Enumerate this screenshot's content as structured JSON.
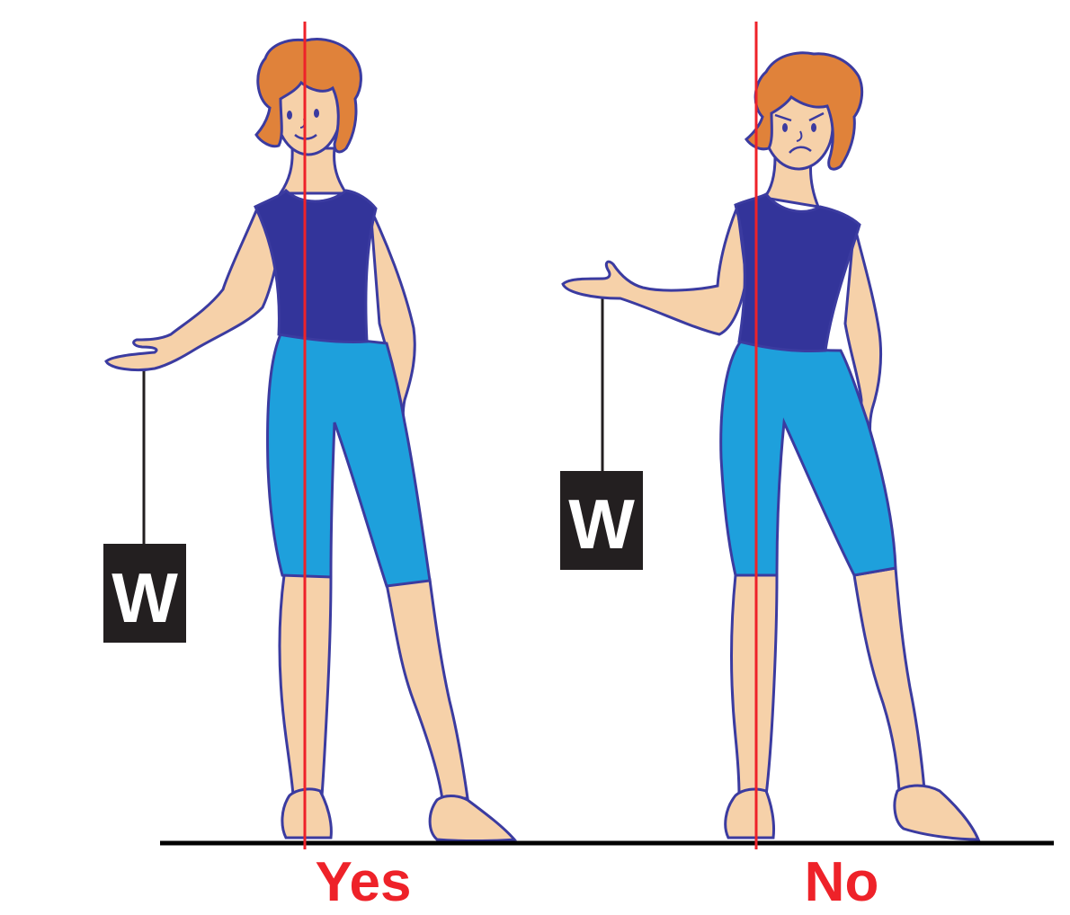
{
  "figures": [
    {
      "name": "balanced-figure",
      "verdict": "Yes",
      "expression": "smile",
      "weight_label": "W"
    },
    {
      "name": "unbalanced-figure",
      "verdict": "No",
      "expression": "frown",
      "weight_label": "W"
    }
  ],
  "colors": {
    "skin": "#f6d1a9",
    "outline": "#3b3ba0",
    "top": "#33349a",
    "shorts": "#1ea0dc",
    "hair": "#e0823a",
    "gravity_line": "#ee2229",
    "verdict_text": "#ee2229",
    "weight_box": "#231f20",
    "weight_text": "#ffffff",
    "ground": "#000000"
  },
  "elements": {
    "gravity_line": "vertical-line-of-gravity",
    "ground": "ground-line",
    "weight": "hanging-weight"
  }
}
